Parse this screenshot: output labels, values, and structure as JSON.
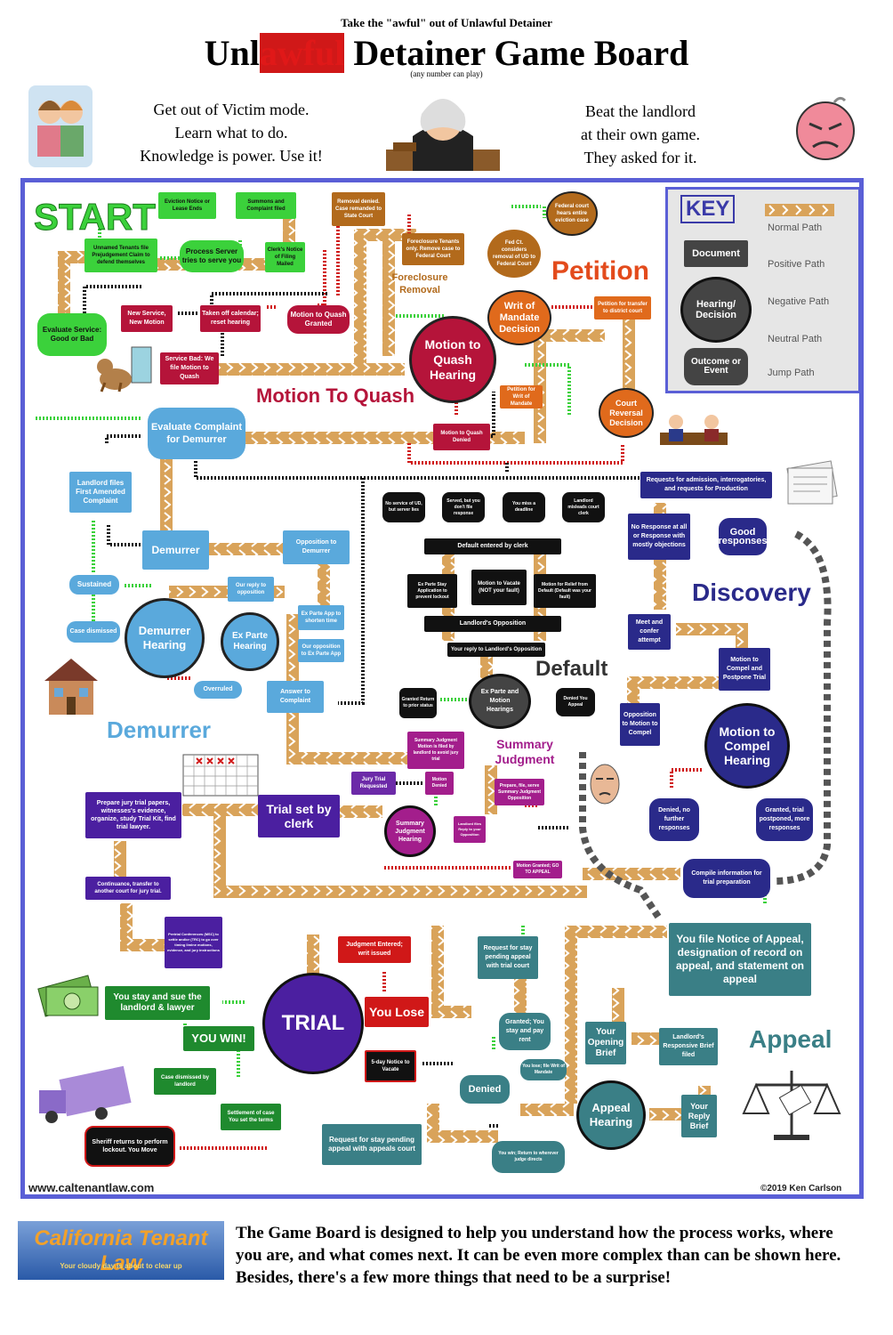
{
  "header": {
    "tagline": "Take the \"awful\" out of Unlawful Detainer",
    "title_pre": "Unl",
    "title_red": "awful",
    "title_post": " Detainer Game Board",
    "subtitle": "(any number can play)",
    "left_slogan": [
      "Get out of Victim mode.",
      "Learn what to do.",
      "Knowledge is power. Use it!"
    ],
    "right_slogan": [
      "Beat the landlord",
      "at their own game.",
      "They asked for it."
    ]
  },
  "key": {
    "title": "KEY",
    "document": "Document",
    "hearing": "Hearing/ Decision",
    "outcome": "Outcome or Event",
    "paths": [
      "Normal Path",
      "Positive Path",
      "Negative Path",
      "Neutral Path",
      "Jump Path"
    ]
  },
  "sections": {
    "start": "START",
    "petition": "Petition",
    "foreclosure": "Foreclosure Removal",
    "motion_to_quash": "Motion To Quash",
    "discovery": "Discovery",
    "default": "Default",
    "demurrer": "Demurrer",
    "summary_judgment": "Summary Judgment",
    "appeal": "Appeal"
  },
  "nodes": {
    "eviction_notice": "Eviction Notice or Lease Ends",
    "summons": "Summons and Complaint filed",
    "unnamed_tenants": "Unnamed Tenants file Prejudgement Claim to defend themselves",
    "process_server": "Process Server tries to serve you",
    "clerk_notice": "Clerk's Notice of Filing Mailed",
    "evaluate_service": "Evaluate Service: Good or Bad",
    "new_service": "New Service, New Motion",
    "taken_off": "Taken off calendar; reset hearing",
    "mtq_granted": "Motion to Quash Granted",
    "service_bad": "Service Bad: We file Motion to Quash",
    "removal_denied": "Removal denied. Case remanded to State Court",
    "foreclosure_tenants": "Foreclosure Tenants only. Remove case to Federal Court",
    "fed_ct_considers": "Fed Ct. considers removal of UD to Federal Court",
    "federal_court": "Federal court hears entire eviction case",
    "writ_of_mandate": "Writ of Mandate Decision",
    "petition_transfer": "Petition for transfer to district court",
    "mtq_hearing": "Motion to Quash Hearing",
    "petition_writ": "Petition for Writ of Mandate",
    "court_reversal": "Court Reversal Decision",
    "mtq_denied": "Motion to Quash Denied",
    "evaluate_complaint": "Evaluate Complaint for Demurrer",
    "landlord_amended": "Landlord files First Amended Complaint",
    "demurrer_doc": "Demurrer",
    "opposition_demurrer": "Opposition to Demurrer",
    "sustained": "Sustained",
    "our_reply": "Our reply to opposition",
    "case_dismissed": "Case dismissed",
    "demurrer_hearing": "Demurrer Hearing",
    "ex_parte_hearing": "Ex Parte Hearing",
    "ex_parte_app": "Ex Parte App to shorten time",
    "our_opposition": "Our opposition to Ex Parte App",
    "overruled": "Overruled",
    "answer": "Answer to Complaint",
    "requests_admission": "Requests for admission, interrogatories, and requests for Production",
    "no_response": "No Response at all or Response with mostly objections",
    "good_responses": "Good responses",
    "meet_confer": "Meet and confer attempt",
    "motion_compel_postpone": "Motion to Compel and Postpone Trial",
    "opposition_compel": "Opposition to Motion to Compel",
    "motion_to_compel": "Motion to Compel Hearing",
    "denied_no_further": "Denied, no further responses",
    "granted_trial": "Granted, trial postponed, more responses",
    "compile_info": "Compile information for trial preparation",
    "no_service": "No service of UD, but server lies",
    "served_dont": "Served, but you don't file response",
    "you_miss": "You miss a deadline",
    "landlord_misleads": "Landlord misleads court clerk",
    "default_entered": "Default entered by clerk",
    "ex_parte_stay": "Ex Parte Stay Application to prevent lockout",
    "motion_vacate": "Motion to Vacate (NOT your fault)",
    "motion_relief": "Motion for Relief from Default (Default was your fault)",
    "landlords_opposition": "Landlord's Opposition",
    "your_reply_opposition": "Your reply to Landlord's Opposition",
    "granted_return": "Granted Return to prior status",
    "ex_parte_motion_hearings": "Ex Parte and Motion Hearings",
    "denied_appeal": "Denied You Appeal",
    "sj_motion_filed": "Summary Judgment Motion is filed by landlord to avoid jury trial",
    "jury_trial_requested": "Jury Trial Requested",
    "motion_denied": "Motion Denied",
    "prepare_file_serve": "Prepare, file, serve Summary Judgment Opposition",
    "prepare_jury": "Prepare jury trial papers, witnesses's evidence, organize, study Trial Kit, find trial lawyer.",
    "trial_set": "Trial set by clerk",
    "sj_hearing": "Summary Judgment Hearing",
    "landlord_reply": "Landlord files Reply to your Opposition",
    "motion_granted_appeal": "Motion Granted; GO TO APPEAL",
    "continuance": "Continuance, transfer to another court for jury trial.",
    "pretrial_conf": "Pretrial Conferences (MSC) to settle and/or (TRC) to go over timing limine motions, evidence, and jury instructions",
    "judgment_entered": "Judgment Entered; writ issued",
    "you_stay_sue": "You stay and sue the landlord & lawyer",
    "you_win": "YOU WIN!",
    "trial": "TRIAL",
    "you_lose": "You Lose",
    "case_dismissed_landlord": "Case dismissed by landlord",
    "settlement": "Settlement of case You set the terms",
    "five_day_notice": "5-day Notice to Vacate",
    "sheriff": "Sheriff returns to perform lockout. You Move",
    "request_stay_appeals": "Request for stay pending appeal with appeals court",
    "request_stay_trial": "Request for stay pending appeal with trial court",
    "granted_stay": "Granted; You stay and pay rent",
    "denied": "Denied",
    "you_lose_writ": "You lose; file Writ of Mandate",
    "you_win_return": "You win; Return to wherever judge directs",
    "you_file_appeal": "You file Notice of Appeal, designation of record on appeal, and statement on appeal",
    "opening_brief": "Your Opening Brief",
    "landlord_responsive": "Landlord's Responsive Brief filed",
    "appeal_hearing": "Appeal Hearing",
    "reply_brief": "Your Reply Brief"
  },
  "footer": {
    "website": "www.caltenantlaw.com",
    "copyright": "©2019 Ken Carlson",
    "logo_title": "California Tenant Law",
    "logo_tag": "Your cloudy day is about to clear up",
    "description": "The Game Board is designed to help you understand how the process works, where you are, and what comes next. It can be even more complex than can be shown here. Besides, there's a few more things that need to be a surprise!"
  },
  "colors": {
    "path": "#d9a35a",
    "positive": "#3bd13b",
    "negative": "#d01818",
    "neutral": "#111111",
    "jump": "#555555",
    "board_border": "#5a5fd6"
  }
}
